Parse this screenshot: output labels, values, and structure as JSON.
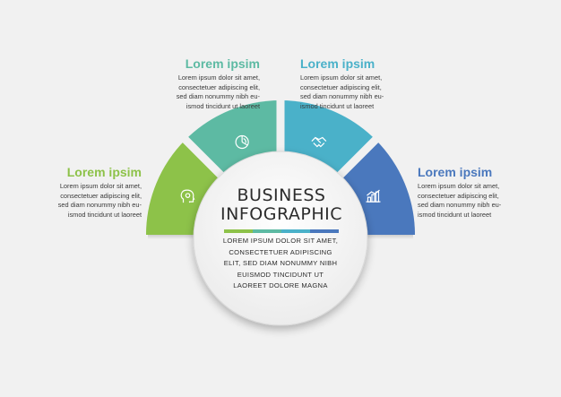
{
  "colors": {
    "green": "#8dc249",
    "teal": "#5dbaa3",
    "cyan": "#4ab1c9",
    "blue": "#4a78bd",
    "background": "#f1f1f1"
  },
  "segments": [
    {
      "title": "Lorem ipsim",
      "body": [
        "Lorem ipsum dolor sit amet,",
        "consectetuer adipiscing elit,",
        "sed diam nonummy nibh eu-",
        "ismod tincidunt ut laoreet"
      ],
      "icon": "head-gear-icon",
      "color": "#8dc249"
    },
    {
      "title": "Lorem ipsim",
      "body": [
        "Lorem ipsum dolor sit amet,",
        "consectetuer adipiscing elit,",
        "sed diam nonummy nibh eu-",
        "ismod tincidunt ut laoreet"
      ],
      "icon": "pie-chart-icon",
      "color": "#5dbaa3"
    },
    {
      "title": "Lorem ipsim",
      "body": [
        "Lorem ipsum dolor sit amet,",
        "consectetuer adipiscing elit,",
        "sed diam nonummy nibh eu-",
        "ismod tincidunt ut laoreet"
      ],
      "icon": "handshake-icon",
      "color": "#4ab1c9"
    },
    {
      "title": "Lorem ipsim",
      "body": [
        "Lorem ipsum dolor sit amet,",
        "consectetuer adipiscing elit,",
        "sed diam nonummy nibh eu-",
        "ismod tincidunt ut laoreet"
      ],
      "icon": "bar-chart-icon",
      "color": "#4a78bd"
    }
  ],
  "center": {
    "title_line1": "BUSINESS",
    "title_line2": "INFOGRAPHIC",
    "body": [
      "LOREM IPSUM DOLOR SIT AMET,",
      "CONSECTETUER ADIPISCING",
      "ELIT, SED DIAM NONUMMY NIBH",
      "EUISMOD TINCIDUNT UT",
      "LAOREET DOLORE MAGNA"
    ]
  }
}
